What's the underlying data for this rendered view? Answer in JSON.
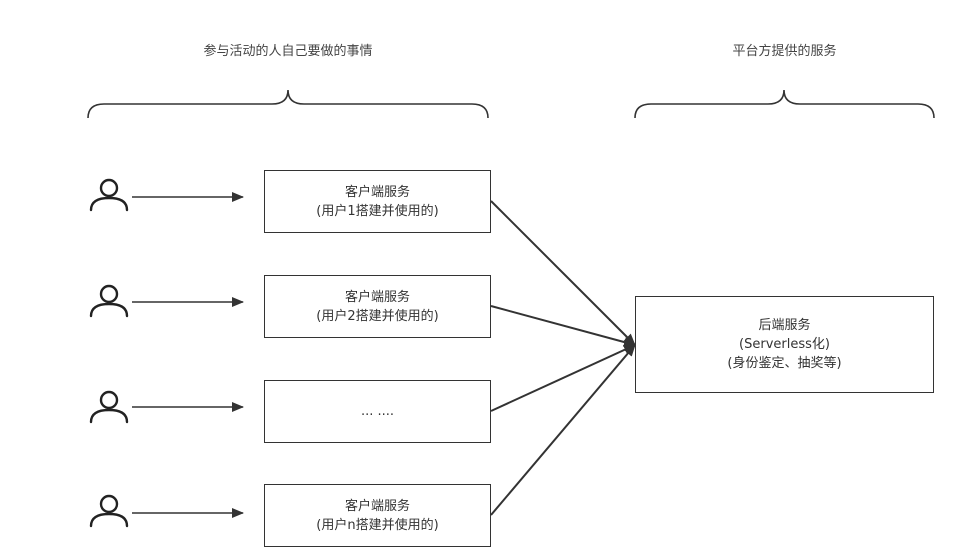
{
  "headers": {
    "left": "参与活动的人自己要做的事情",
    "right": "平台方提供的服务"
  },
  "clients": [
    {
      "line1": "客户端服务",
      "line2": "(用户1搭建并使用的)"
    },
    {
      "line1": "客户端服务",
      "line2": "(用户2搭建并使用的)"
    },
    {
      "line1": "... ....",
      "line2": ""
    },
    {
      "line1": "客户端服务",
      "line2": "(用户n搭建并使用的)"
    }
  ],
  "backend": {
    "line1": "后端服务",
    "line2": "(Serverless化)",
    "line3": "(身份鉴定、抽奖等)"
  },
  "colors": {
    "stroke": "#333333",
    "text": "#333333",
    "header_text": "#444444"
  },
  "icons": [
    "user-icon",
    "user-icon",
    "user-icon",
    "user-icon"
  ]
}
